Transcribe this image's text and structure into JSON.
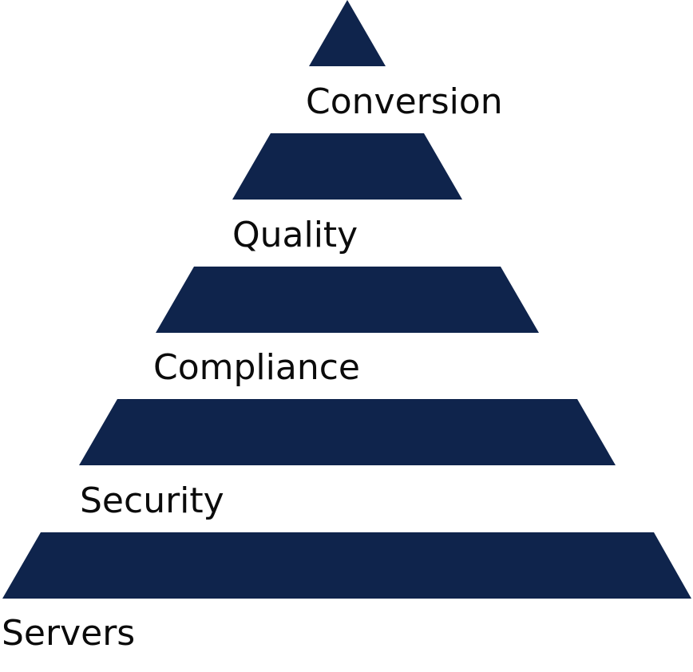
{
  "diagram": {
    "fill_color": "#0f244c",
    "text_color": "#0b0b0b",
    "tiers": [
      {
        "label": "Conversion"
      },
      {
        "label": "Quality"
      },
      {
        "label": "Compliance"
      },
      {
        "label": "Security"
      },
      {
        "label": "Servers"
      }
    ]
  }
}
